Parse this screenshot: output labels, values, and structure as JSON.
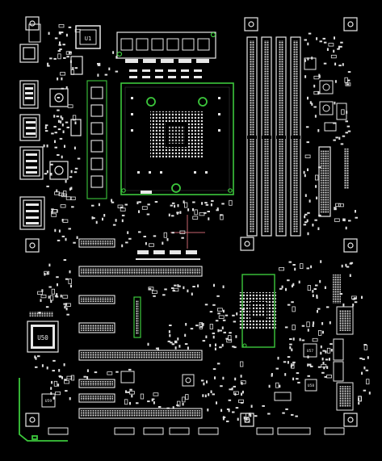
{
  "board": {
    "background": "#000000",
    "silk_color": "#e8e8e8",
    "highlight_color": "#3cc83c",
    "crosshair_color": "#c8646e"
  },
  "labels": {
    "u1": "U1",
    "u50": "U50",
    "u57": "U57",
    "u58": "U58",
    "u59": "U59"
  }
}
